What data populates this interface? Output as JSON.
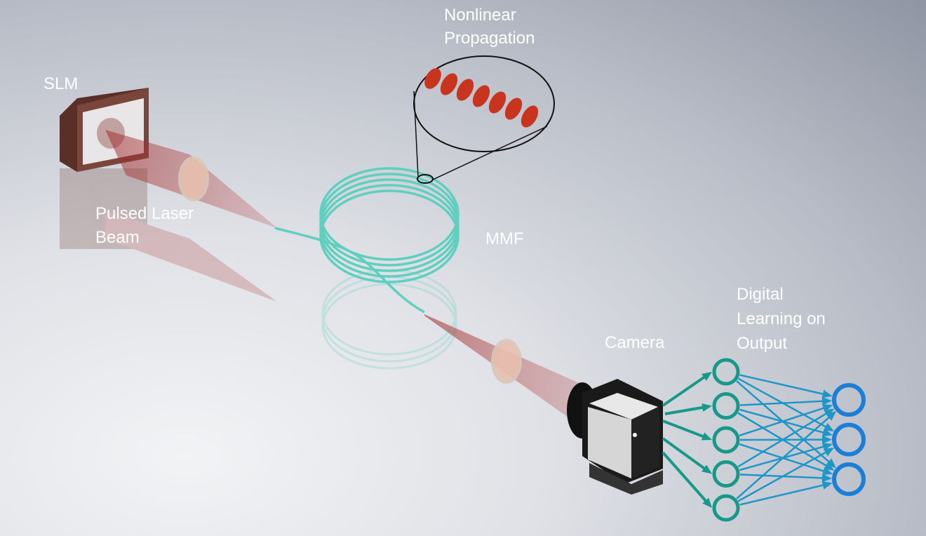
{
  "labels": {
    "slm": "SLM",
    "pulsed_laser_beam": [
      "Pulsed Laser",
      "Beam"
    ],
    "nonlinear_propagation": [
      "Nonlinear",
      "Propagation"
    ],
    "mmf": "MMF",
    "camera": "Camera",
    "digital_learning": [
      "Digital",
      "Learning on",
      "Output"
    ]
  },
  "network": {
    "hidden_nodes": 5,
    "output_nodes": 3,
    "hidden_color": "#17998a",
    "output_color": "#1b7fd6",
    "edge_color": "#1e96c8"
  },
  "colors": {
    "fiber": "#5fcfc0",
    "beam": "#b03a3a",
    "pulse": "#c8341e",
    "slm_frame": "#6b3a30"
  }
}
